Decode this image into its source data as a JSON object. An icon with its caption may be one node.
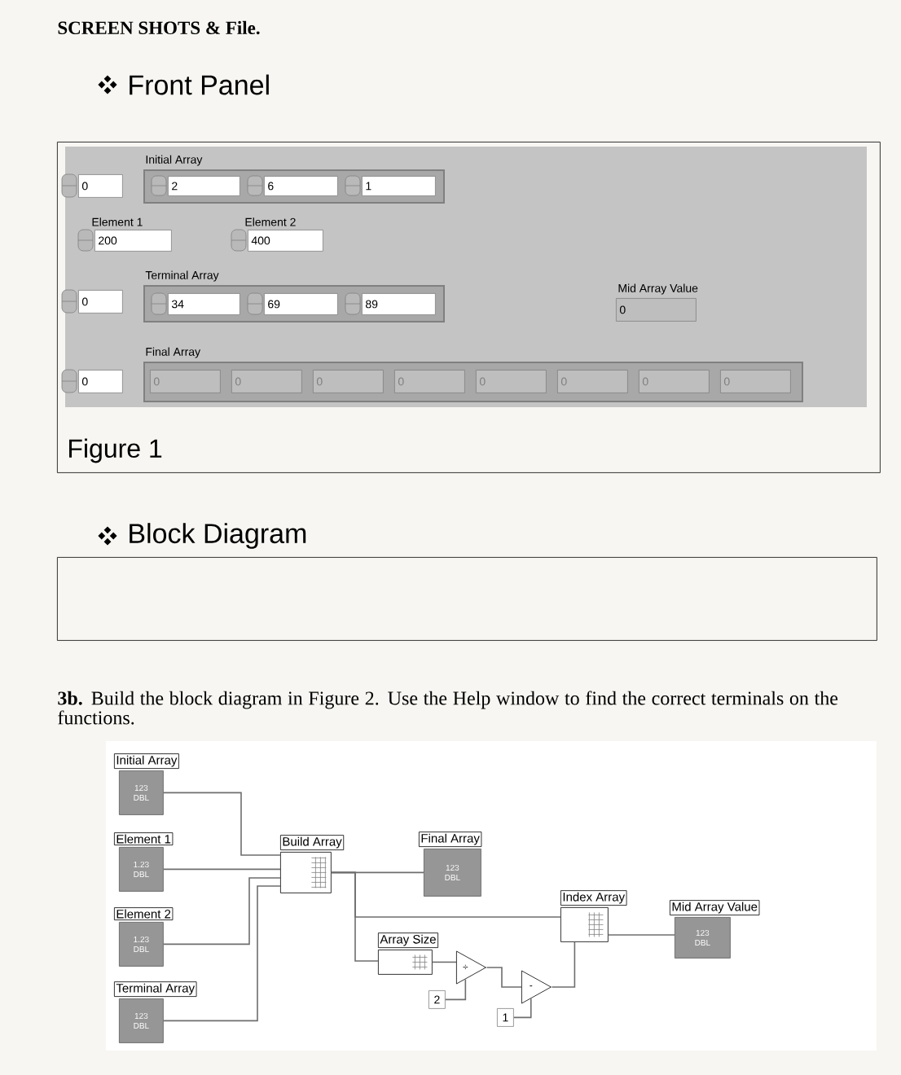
{
  "diagram": {
    "title": "SCREEN SHOTS & File.",
    "nodes": [
      {
        "text": [
          "Figure 1"
        ]
      },
      {
        "text": [
          "Initial Array"
        ],
        "in": 0
      },
      {
        "text": [
          "0"
        ],
        "in": 0
      },
      {
        "text": [
          "2"
        ],
        "in": 1
      },
      {
        "text": [
          "6"
        ],
        "in": 1
      },
      {
        "text": [
          "1"
        ],
        "in": 1
      },
      {
        "text": [
          "Element 1",
          "200"
        ],
        "in": 0
      },
      {
        "text": [
          "Element 2",
          "400"
        ],
        "in": 0
      },
      {
        "text": [
          "Terminal Array"
        ],
        "in": 0
      },
      {
        "text": [
          "0"
        ],
        "in": 0
      },
      {
        "text": [
          "34"
        ],
        "in": 8
      },
      {
        "text": [
          "69"
        ],
        "in": 8
      },
      {
        "text": [
          "89"
        ],
        "in": 8
      },
      {
        "text": [
          "Mid Array Value",
          "0"
        ],
        "in": 0
      },
      {
        "text": [
          "Final Array"
        ],
        "in": 0
      },
      {
        "text": [
          "0"
        ],
        "in": 0
      },
      {
        "text": [
          "0"
        ],
        "in": 14
      },
      {
        "text": [
          "0"
        ],
        "in": 14
      },
      {
        "text": [
          "0"
        ],
        "in": 14
      },
      {
        "text": [
          "0"
        ],
        "in": 14
      },
      {
        "text": [
          "0"
        ],
        "in": 14
      },
      {
        "text": [
          "0"
        ],
        "in": 14
      },
      {
        "text": [
          "0"
        ],
        "in": 14
      },
      {
        "text": [
          "0"
        ],
        "in": 14
      },
      {
        "text": [],
        "shape": "box"
      },
      {
        "text": [
          "Initial Array",
          "123",
          "DBL"
        ]
      },
      {
        "text": [
          "Element 1",
          "1.23",
          "DBL"
        ]
      },
      {
        "text": [
          "Element 2",
          "1.23",
          "DBL"
        ]
      },
      {
        "text": [
          "Terminal Array",
          "123",
          "DBL"
        ]
      },
      {
        "text": [
          "Build Array"
        ]
      },
      {
        "text": [
          "Final Array",
          "123",
          "DBL"
        ]
      },
      {
        "text": [
          "Array Size"
        ]
      },
      {
        "text": [
          "Index Array"
        ]
      },
      {
        "text": [
          "Mid Array Value",
          "123",
          "DBL"
        ]
      },
      {
        "text": [
          "÷"
        ]
      },
      {
        "text": [
          "-"
        ]
      },
      {
        "text": [
          "2"
        ]
      },
      {
        "text": [
          "1"
        ]
      }
    ],
    "edges": [
      {
        "from": 25,
        "to": 29,
        "arrow": "none"
      },
      {
        "from": 26,
        "to": 29,
        "arrow": "none"
      },
      {
        "from": 27,
        "to": 29,
        "arrow": "none"
      },
      {
        "from": 28,
        "to": 29,
        "arrow": "none"
      },
      {
        "from": 29,
        "to": 30,
        "arrow": "none"
      },
      {
        "from": 29,
        "to": 31,
        "arrow": "none"
      },
      {
        "from": 29,
        "to": 32,
        "arrow": "none"
      },
      {
        "from": 31,
        "to": 34,
        "arrow": "none"
      },
      {
        "from": 36,
        "to": 34,
        "arrow": "none"
      },
      {
        "from": 34,
        "to": 35,
        "arrow": "none"
      },
      {
        "from": 37,
        "to": 35,
        "arrow": "none"
      },
      {
        "from": 35,
        "to": 32,
        "arrow": "none"
      },
      {
        "from": 32,
        "to": 33,
        "arrow": "none"
      }
    ],
    "labels": [
      "Front Panel",
      "Block Diagram",
      "**3b.** Build the block diagram in Figure 2. Use the Help window to find the correct terminals on the functions."
    ]
  }
}
